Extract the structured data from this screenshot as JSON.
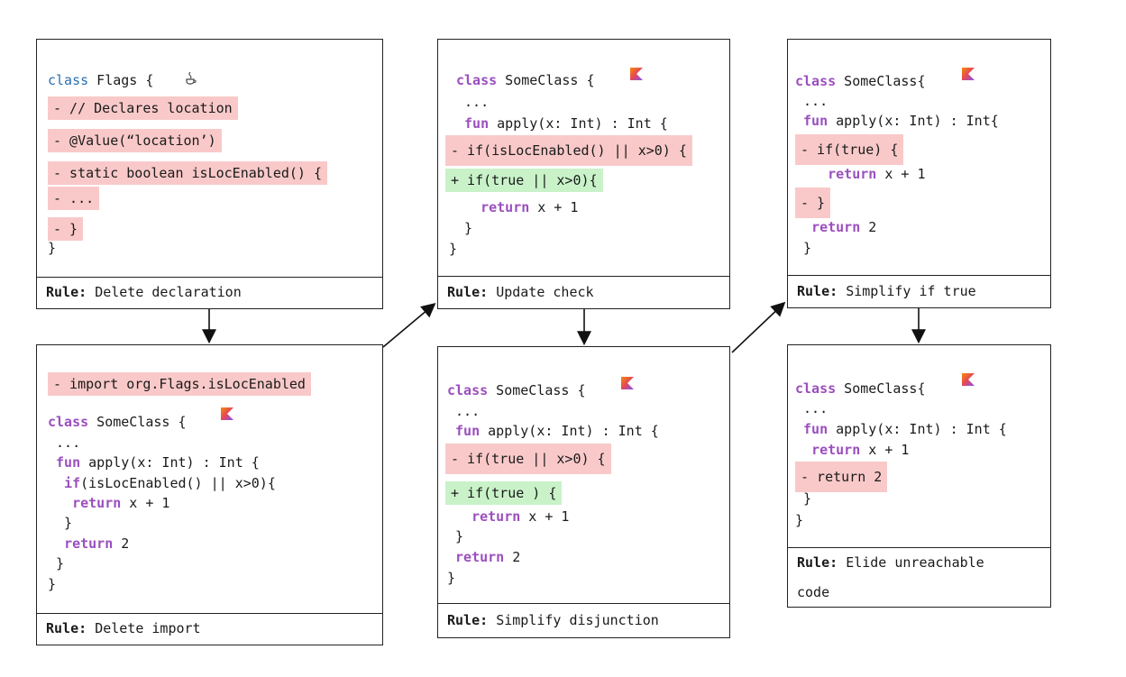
{
  "panels": {
    "p1": {
      "code": [
        "class Flags {",
        "- // Declares location",
        "- @Value(“location’)",
        "- static boolean isLocEnabled() {",
        "- ...",
        "- }",
        "}"
      ],
      "kw": "class",
      "rule_label": "Rule:",
      "rule_text": "Delete declaration"
    },
    "p2": {
      "code": [
        "- import org.Flags.isLocEnabled",
        "class SomeClass {",
        " ...",
        " fun apply(x: Int) : Int {",
        "  if(isLocEnabled() || x>0){",
        "   return x + 1",
        "  }",
        "  return 2",
        " }",
        "}"
      ],
      "rule_label": "Rule:",
      "rule_text": "Delete import"
    },
    "p3": {
      "code": [
        "class SomeClass {",
        " ...",
        " fun apply(x: Int) : Int {",
        "- if(isLocEnabled() || x>0) {",
        "+ if(true || x>0){",
        "   return x + 1",
        " }",
        "}"
      ],
      "rule_label": "Rule:",
      "rule_text": "Update check"
    },
    "p4": {
      "code": [
        "class SomeClass {",
        " ...",
        " fun apply(x: Int) : Int {",
        "- if(true || x>0) {",
        "+ if(true ) {",
        "   return x + 1",
        " }",
        " return 2",
        "}"
      ],
      "rule_label": "Rule:",
      "rule_text": "Simplify disjunction"
    },
    "p5": {
      "code": [
        "class SomeClass{",
        " ...",
        " fun apply(x: Int) : Int{",
        "- if(true) {",
        "   return x + 1",
        "- }",
        "  return 2",
        " }"
      ],
      "rule_label": "Rule:",
      "rule_text": "Simplify if true"
    },
    "p6": {
      "code": [
        "class SomeClass{",
        " ...",
        " fun apply(x: Int) : Int {",
        "  return x + 1",
        "- return 2",
        " }",
        "}"
      ],
      "rule_label": "Rule:",
      "rule_text_1": "Elide unreachable",
      "rule_text_2": "code"
    }
  },
  "colors": {
    "removed": "#f9c9c9",
    "added": "#c9f2c9",
    "kotlin_keyword": "#9b4fbe",
    "java_keyword": "#2a6fb0"
  },
  "icons": {
    "java": "java-logo-icon",
    "kotlin": "kotlin-logo-icon"
  }
}
